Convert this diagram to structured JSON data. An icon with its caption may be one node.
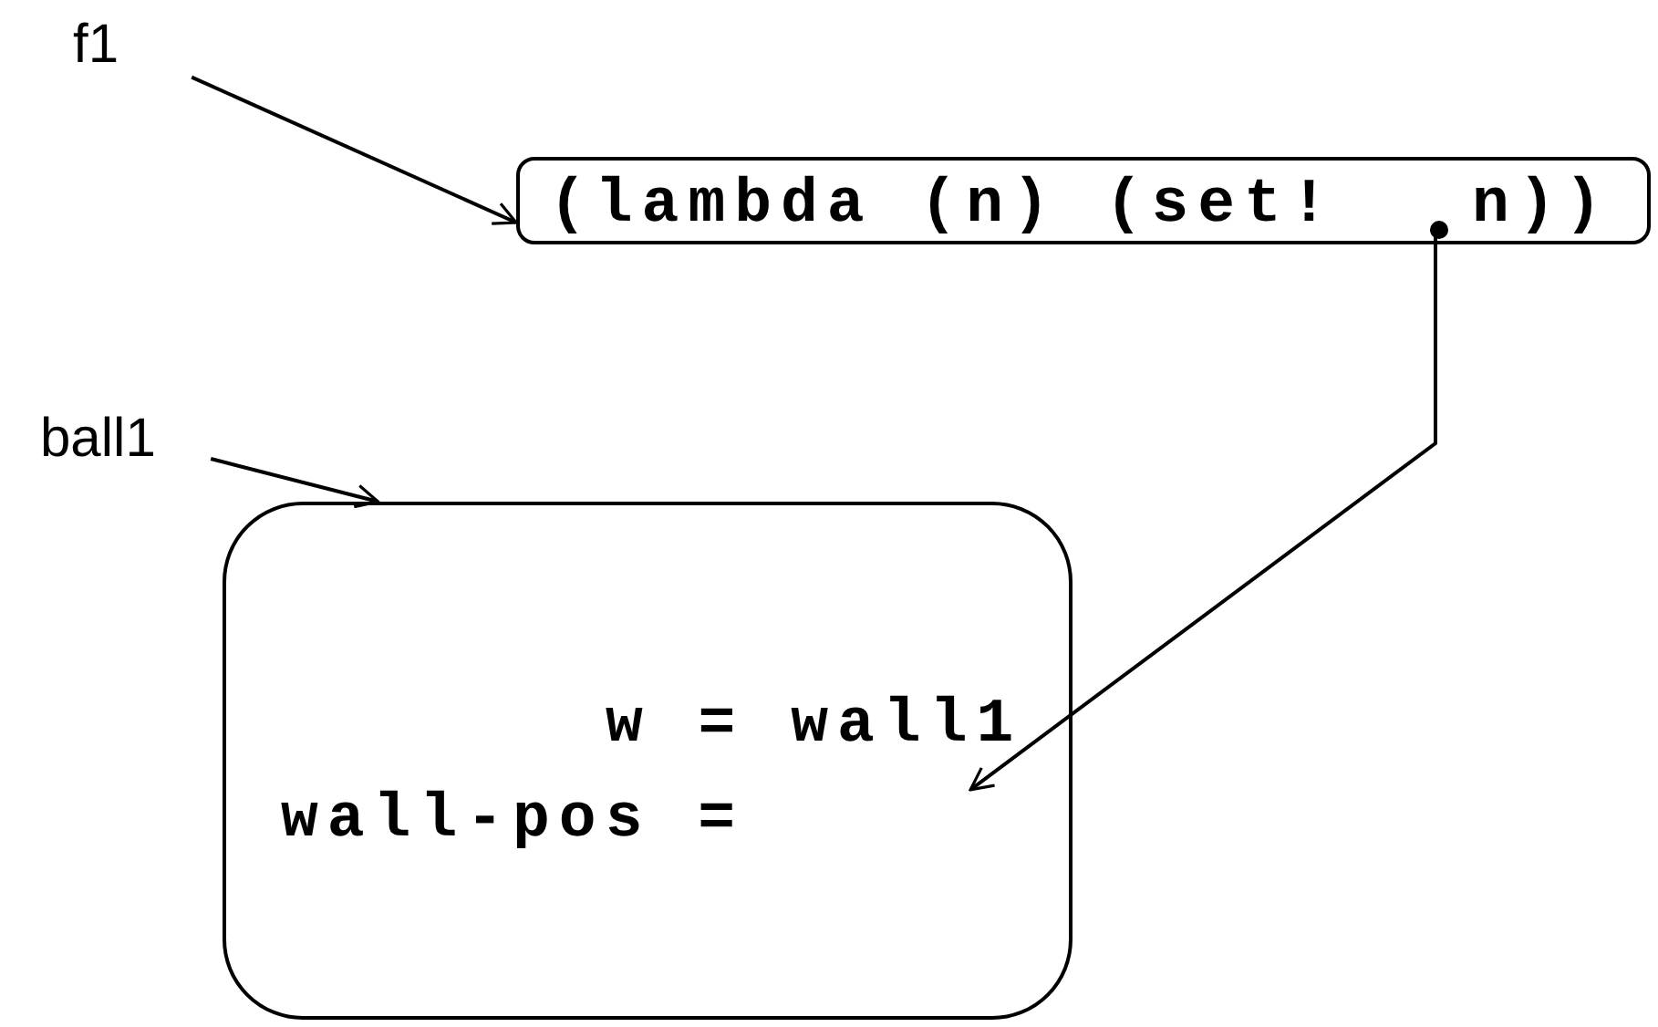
{
  "diagram": {
    "nodes": [
      {
        "text": [
          "f1"
        ]
      },
      {
        "text": [
          "(lambda (n) (set!",
          "n))"
        ]
      },
      {
        "text": [],
        "shape": "circle",
        "in": 1
      },
      {
        "text": [
          "ball1"
        ]
      },
      {
        "text": [
          "w = wall1",
          "wall-pos ="
        ]
      }
    ],
    "edges": [
      {
        "from": 0,
        "to": 1,
        "arrow": "to"
      },
      {
        "from": 3,
        "to": 4,
        "arrow": "to"
      },
      {
        "from": 2,
        "to": 4,
        "arrow": "to"
      }
    ]
  }
}
